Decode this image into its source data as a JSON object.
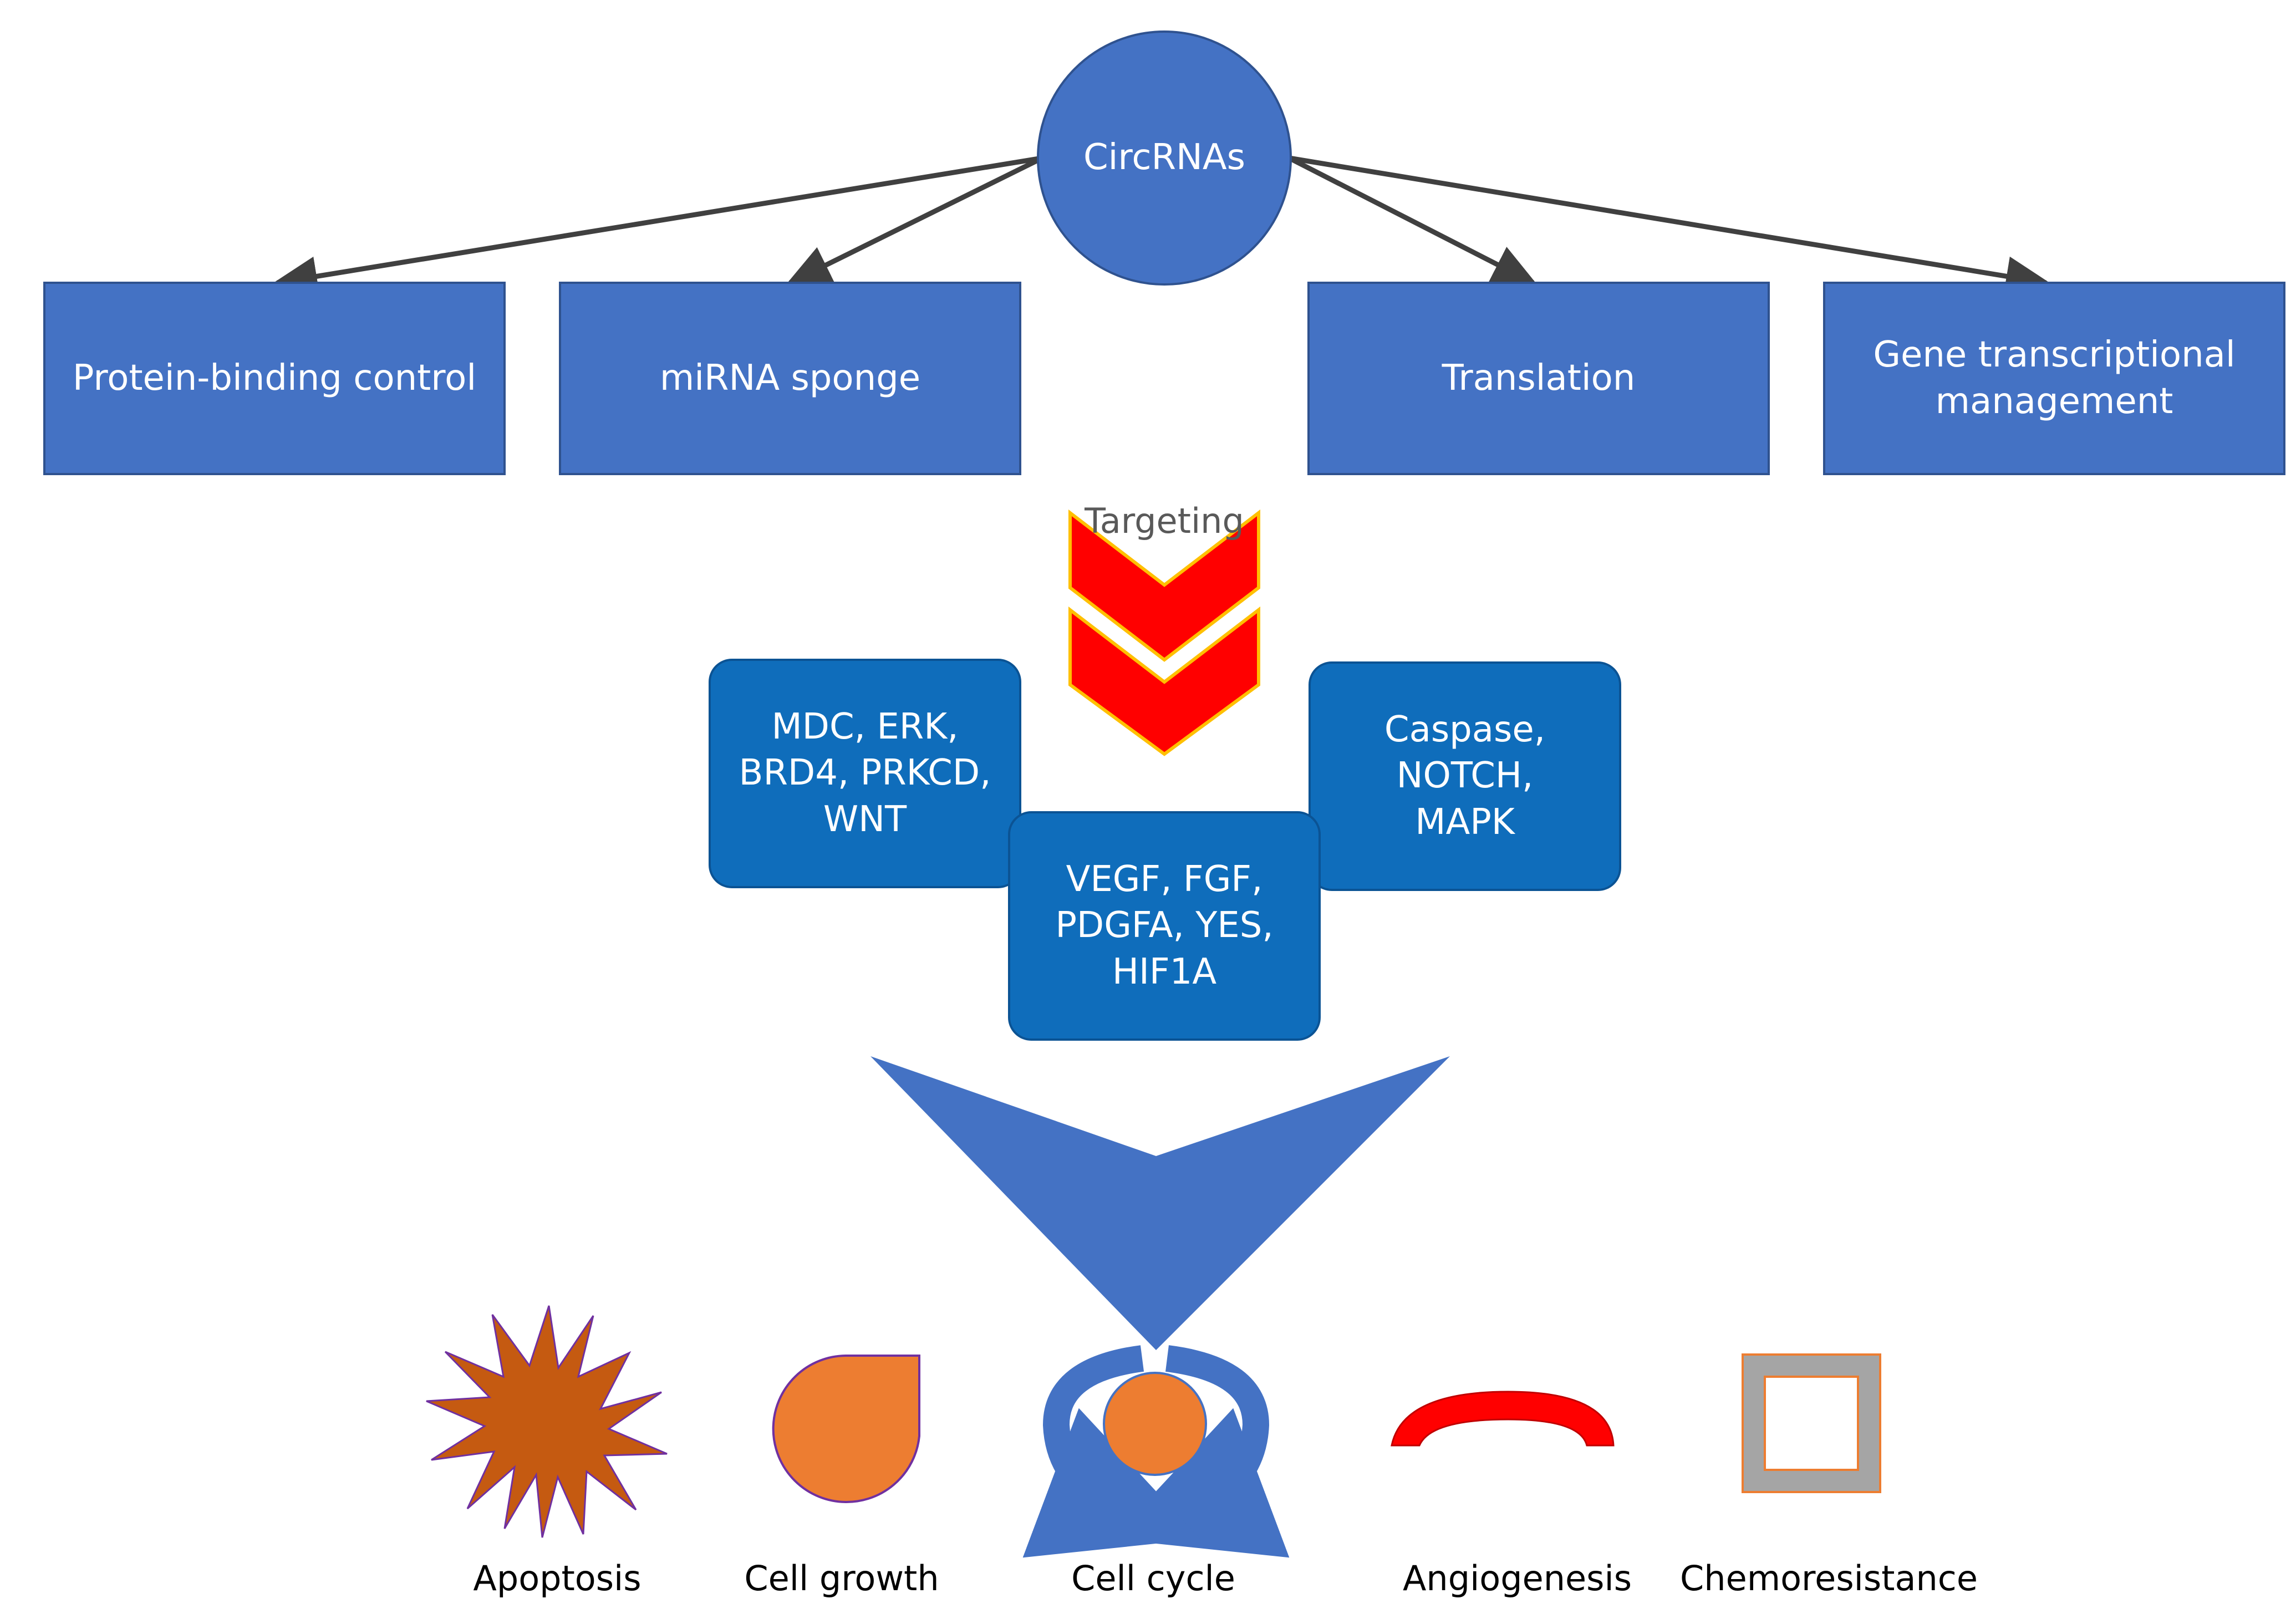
{
  "center": {
    "label": "CircRNAs"
  },
  "mechanisms": [
    {
      "label": "Protein-binding control"
    },
    {
      "label": "miRNA sponge"
    },
    {
      "label": "Translation"
    },
    {
      "label": "Gene transcriptional\nmanagement"
    }
  ],
  "arrow_label": "Targeting",
  "targets": [
    {
      "label": "MDC, ERK,\nBRD4, PRKCD,\nWNT"
    },
    {
      "label": "VEGF, FGF,\nPDGFA, YES,\nHIF1A"
    },
    {
      "label": "Caspase,\nNOTCH,\nMAPK"
    }
  ],
  "outcomes": [
    {
      "label": "Apoptosis",
      "icon": "starburst-icon"
    },
    {
      "label": "Cell growth",
      "icon": "teardrop-icon"
    },
    {
      "label": "Cell cycle",
      "icon": "cycle-icon"
    },
    {
      "label": "Angiogenesis",
      "icon": "arc-icon"
    },
    {
      "label": "Chemoresistance",
      "icon": "frame-icon"
    }
  ],
  "colors": {
    "blue": "#4472C4",
    "dark_blue": "#0F6DBB",
    "red": "#FF0000",
    "orange": "#ED7D31",
    "rust": "#C55A11",
    "grey": "#A5A5A5"
  }
}
